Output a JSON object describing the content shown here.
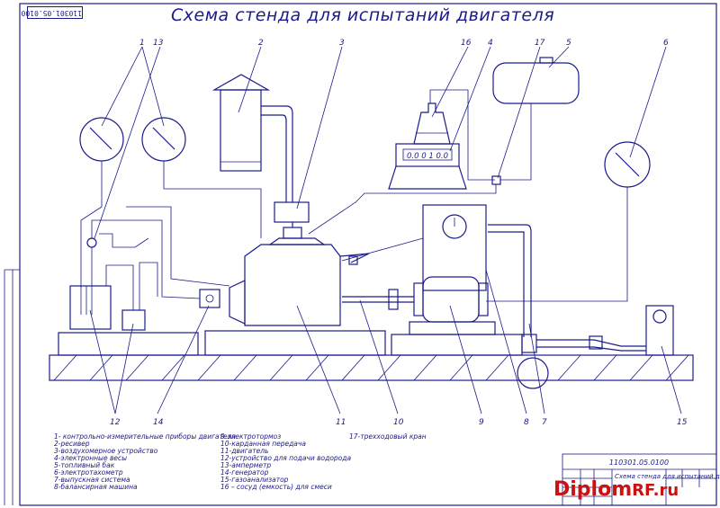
{
  "title": "Схема стенда для испытаний двигателя",
  "corner_code": "110301.05.0100",
  "display_value": "0.0 0 1 0.0",
  "callouts": [
    "1",
    "13",
    "2",
    "3",
    "16",
    "4",
    "17",
    "5",
    "6",
    "12",
    "14",
    "11",
    "10",
    "9",
    "8",
    "7",
    "15"
  ],
  "legend": {
    "col1": [
      "1- контрольно-измерительные приборы двигателя",
      "2-ресивер",
      "3-воздухомерное устройство",
      "4-электронные весы",
      "5-топливный бак",
      "6-электротахометр",
      "7-выпускная система",
      "8-балансирная машина"
    ],
    "col2": [
      "9-электротормоз",
      "10-карданная передача",
      "11-двигатель",
      "12-устройство для подачи водорода",
      "13-амперметр",
      "14-генератор",
      "15-газоанализатор",
      "16 – сосуд (емкость) для смеси"
    ],
    "col3": [
      "17-трехходовый кран"
    ]
  },
  "title_block": {
    "code": "110301.05.0100",
    "name": "Схема стенда для испытаний двигателя"
  },
  "watermark": {
    "main": "Diplom",
    "suffix": "RF.ru"
  },
  "colors": {
    "ink": "#1a1a8c",
    "watermark": "#cc1111"
  }
}
